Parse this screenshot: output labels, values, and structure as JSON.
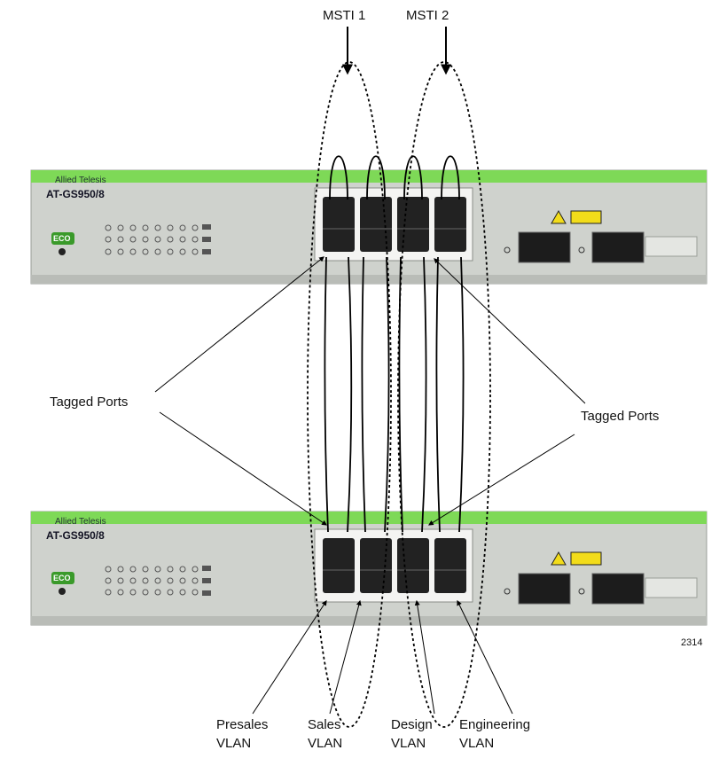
{
  "labels": {
    "msti1": "MSTI 1",
    "msti2": "MSTI 2",
    "tagged_left": "Tagged Ports",
    "tagged_right": "Tagged Ports",
    "figure_number": "2314"
  },
  "vlans": [
    {
      "line1": "Presales",
      "line2": "VLAN"
    },
    {
      "line1": "Sales",
      "line2": "VLAN"
    },
    {
      "line1": "Design",
      "line2": "VLAN"
    },
    {
      "line1": "Engineering",
      "line2": "VLAN"
    }
  ],
  "switches": [
    {
      "brand": "Allied Telesis",
      "model": "AT-GS950/8",
      "eco": "ECO"
    },
    {
      "brand": "Allied Telesis",
      "model": "AT-GS950/8",
      "eco": "ECO"
    }
  ],
  "colors": {
    "panel": "#cfd2cd",
    "panel_border": "#9a9d98",
    "accent_green": "#7ed957",
    "port": "#222222",
    "warning_yellow": "#f2dc1a",
    "line": "#000000"
  }
}
